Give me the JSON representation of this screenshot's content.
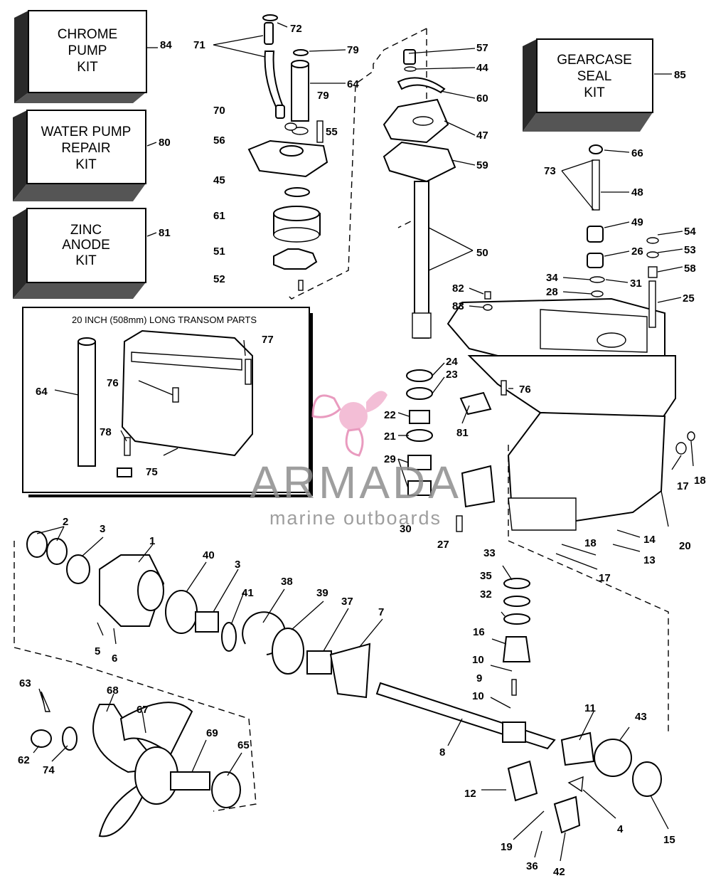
{
  "kits": [
    {
      "id": "84",
      "lines": [
        "CHROME",
        "PUMP",
        "KIT"
      ]
    },
    {
      "id": "80",
      "lines": [
        "WATER PUMP",
        "REPAIR",
        "KIT"
      ]
    },
    {
      "id": "81",
      "lines": [
        "ZINC",
        "ANODE",
        "KIT"
      ]
    },
    {
      "id": "85",
      "lines": [
        "GEARCASE",
        "SEAL",
        "KIT"
      ]
    }
  ],
  "inset_title": "20 INCH (508mm) LONG TRANSOM PARTS",
  "watermark": {
    "brand": "ARMADA",
    "tagline": "marine outboards",
    "accent_color": "#e68ab4"
  },
  "part_numbers": [
    "72",
    "71",
    "79",
    "64",
    "79",
    "70",
    "55",
    "56",
    "45",
    "61",
    "51",
    "52",
    "57",
    "44",
    "60",
    "47",
    "59",
    "50",
    "66",
    "73",
    "48",
    "49",
    "26",
    "54",
    "53",
    "58",
    "34",
    "31",
    "28",
    "25",
    "82",
    "83",
    "24",
    "23",
    "22",
    "21",
    "29",
    "81",
    "76",
    "77",
    "76",
    "64",
    "78",
    "75",
    "30",
    "27",
    "20",
    "17",
    "18",
    "14",
    "18",
    "13",
    "17",
    "2",
    "3",
    "1",
    "40",
    "3",
    "41",
    "38",
    "39",
    "37",
    "7",
    "5",
    "6",
    "33",
    "35",
    "32",
    "16",
    "10",
    "9",
    "10",
    "8",
    "11",
    "43",
    "63",
    "68",
    "67",
    "69",
    "65",
    "62",
    "74",
    "12",
    "4",
    "15",
    "19",
    "36",
    "42"
  ]
}
